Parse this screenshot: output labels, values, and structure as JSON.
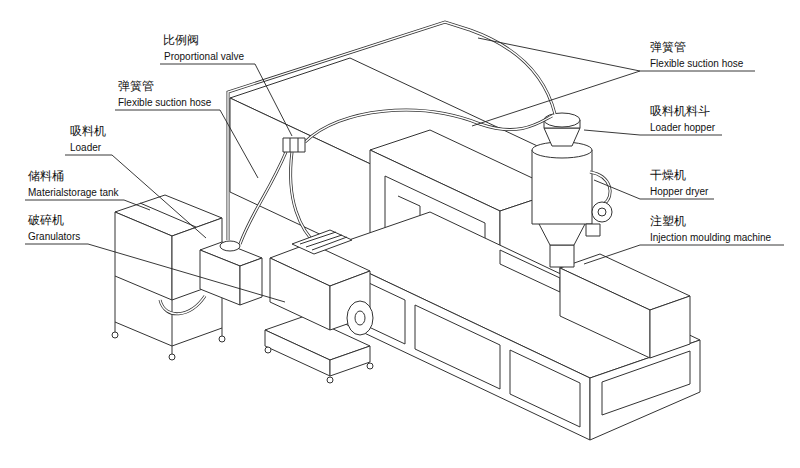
{
  "diagram": {
    "labels": [
      "比例阀",
      "Proportional valve",
      "弹簧管",
      "Flexible suction hose",
      "吸料机",
      "Loader",
      "储料桶",
      "Materialstorage tank",
      "破碎机",
      "Granulators",
      "弹簧管",
      "Flexible suction hose",
      "吸料机料斗",
      "Loader hopper",
      "干燥机",
      "Hopper dryer",
      "注塑机",
      "Injection moulding machine"
    ]
  }
}
